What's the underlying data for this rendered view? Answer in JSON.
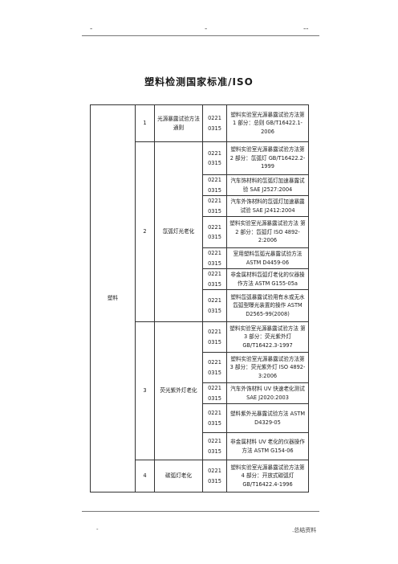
{
  "header": {
    "left": "-",
    "center": "-",
    "right": "--"
  },
  "title": "塑料检测国家标准/ISO",
  "table": {
    "category": "塑料",
    "groups": [
      {
        "no": "1",
        "method": "光源暴露试验方法 通则",
        "rows": [
          {
            "code": "0221 0315",
            "standard": "塑料实验室光源暴露试验方法第 1 部分：总则 GB/T16422.1-2006"
          }
        ]
      },
      {
        "no": "2",
        "method": "氙弧灯光老化",
        "rows": [
          {
            "code": "0221 0315",
            "standard": "塑料实验室光源暴露试验方法第 2 部分：氙弧灯 GB/T16422.2-1999"
          },
          {
            "code": "0221 0315",
            "standard": "汽车饰材料的氙弧灯加速暴露试验 SAE J2527:2004"
          },
          {
            "code": "0221 0315",
            "standard": "汽车外饰材料的氙弧灯加速暴露试验 SAE J2412:2004"
          },
          {
            "code": "0221 0315",
            "standard": "塑料实验室光源暴露试验方法 第 2 部分：氙弧灯 ISO 4892-2:2006"
          },
          {
            "code": "0221 0315",
            "standard": "室用塑料氙弧光暴露试验方法 ASTM D4459-06"
          },
          {
            "code": "0221 0315",
            "standard": "非金属材料氙弧灯老化的仪器操作方法 ASTM G155-05a"
          },
          {
            "code": "0221 0315",
            "standard": "塑料氙弧暴露试验用有水或无水氙弧型曝光装置的操作 ASTM D2565-99(2008)"
          }
        ]
      },
      {
        "no": "3",
        "method": "荧光紫外灯老化",
        "rows": [
          {
            "code": "0221 0315",
            "standard": "塑料实验室光源暴露试验方法 第 3 部分：荧光紫外灯 GB/T16422.3-1997"
          },
          {
            "code": "0221 0315",
            "standard": "塑料实验室光源暴露试验方法第 3 部分：荧光紫外灯 ISO 4892-3:2006"
          },
          {
            "code": "0221 0315",
            "standard": "汽车外饰材料 UV 快速老化测试 SAE J2020:2003"
          },
          {
            "code": "0221 0315",
            "standard": "塑料紫外光暴露试验方法 ASTM D4329-05"
          },
          {
            "code": "0221 0315",
            "standard": "非金属材料 UV 老化的仪器操作方法 ASTM G154-06"
          }
        ]
      },
      {
        "no": "4",
        "method": "碳弧灯老化",
        "rows": [
          {
            "code": "0221 0315",
            "standard": "塑料实验室光源暴露试验方法第 4 部分：开放式碳弧灯 GB/T16422.4-1996"
          }
        ]
      }
    ]
  },
  "footer": {
    "left": "-",
    "right": ".总结资料"
  }
}
